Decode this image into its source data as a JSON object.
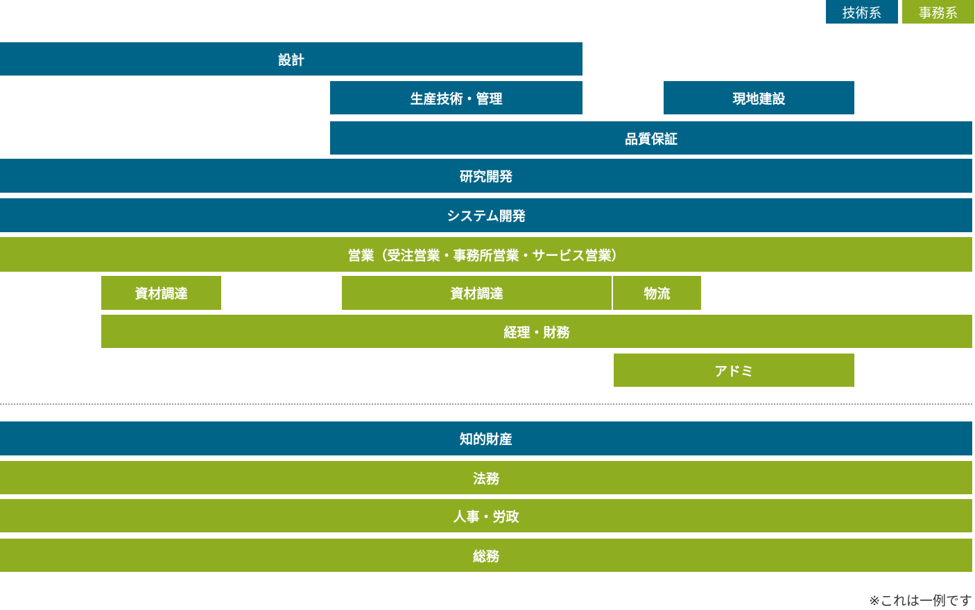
{
  "legend": {
    "tech": "技術系",
    "admin": "事務系"
  },
  "colors": {
    "tech": "#006488",
    "admin": "#8fad21"
  },
  "bars": [
    {
      "label": "設計",
      "type": "tech"
    },
    {
      "label": "生産技術・管理",
      "type": "tech"
    },
    {
      "label": "現地建設",
      "type": "tech"
    },
    {
      "label": "品質保証",
      "type": "tech"
    },
    {
      "label": "研究開発",
      "type": "tech"
    },
    {
      "label": "システム開発",
      "type": "tech"
    },
    {
      "label": "営業（受注営業・事務所営業・サービス営業）",
      "type": "admin"
    },
    {
      "label": "資材調達",
      "type": "admin"
    },
    {
      "label": "資材調達",
      "type": "admin"
    },
    {
      "label": "物流",
      "type": "admin"
    },
    {
      "label": "経理・財務",
      "type": "admin"
    },
    {
      "label": "アドミ",
      "type": "admin"
    },
    {
      "label": "知的財産",
      "type": "tech"
    },
    {
      "label": "法務",
      "type": "admin"
    },
    {
      "label": "人事・労政",
      "type": "admin"
    },
    {
      "label": "総務",
      "type": "admin"
    }
  ],
  "note": "※これは一例です"
}
